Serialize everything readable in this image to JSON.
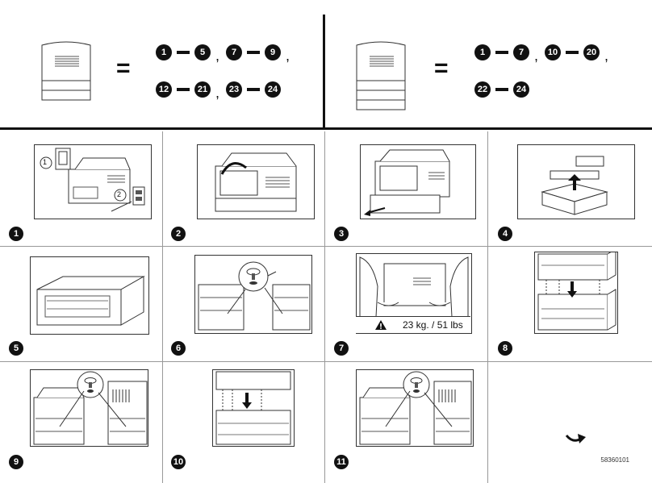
{
  "header": {
    "left": {
      "equals": "=",
      "line1": [
        {
          "a": "1",
          "b": "5",
          "sep": ","
        },
        {
          "a": "7",
          "b": "9",
          "sep": ","
        }
      ],
      "line2": [
        {
          "a": "12",
          "b": "21",
          "sep": ","
        },
        {
          "a": "23",
          "b": "24",
          "sep": ""
        }
      ]
    },
    "right": {
      "equals": "=",
      "line1": [
        {
          "a": "1",
          "b": "7",
          "sep": ","
        },
        {
          "a": "10",
          "b": "20",
          "sep": ","
        }
      ],
      "line2": [
        {
          "a": "22",
          "b": "24",
          "sep": ""
        }
      ]
    }
  },
  "steps": [
    {
      "n": "1"
    },
    {
      "n": "2"
    },
    {
      "n": "3"
    },
    {
      "n": "4"
    },
    {
      "n": "5"
    },
    {
      "n": "6"
    },
    {
      "n": "7"
    },
    {
      "n": "8"
    },
    {
      "n": "9"
    },
    {
      "n": "10"
    },
    {
      "n": "11"
    }
  ],
  "step1_callouts": {
    "c1": "1",
    "c2": "2"
  },
  "warning": {
    "text": "23 kg. / 51 lbs"
  },
  "doc_code": "58360101"
}
